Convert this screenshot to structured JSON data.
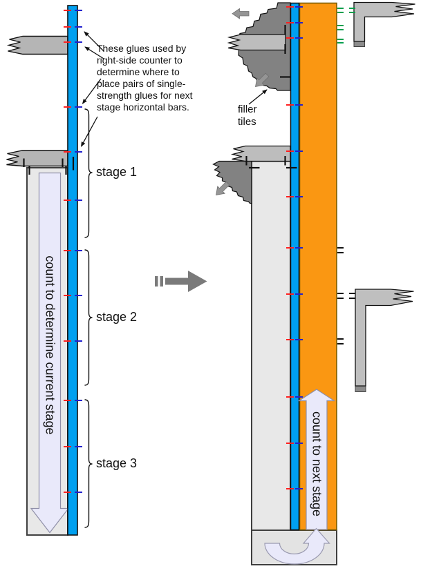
{
  "colors": {
    "bar_blue": "#00A0F0",
    "bar_orange": "#FA9712",
    "glue_red": "#FF2020",
    "glue_blue": "#2121CE",
    "glue_green": "#009F4D",
    "filler_gray": "#828282",
    "hbar_gray": "#B5B5B5",
    "column_gray": "#E8E8E8",
    "arrow_lavender": "#E9E9FA"
  },
  "left_panel": {
    "annotation": "These glues used by\nright-side counter to\ndetermine where to\nplace pairs of single-\nstrength glues for next\nstage horizontal bars.",
    "arrow_label": "count to determine current stage",
    "stages": [
      {
        "label": "stage 1"
      },
      {
        "label": "stage 2"
      },
      {
        "label": "stage 3"
      }
    ],
    "glue_tick_ys": [
      15,
      39,
      61,
      155,
      220,
      290,
      363,
      428,
      494,
      580,
      647,
      713
    ]
  },
  "right_panel": {
    "filler_label": "filler\ntiles",
    "arrow_label": "count to next stage",
    "glue_tick_ys": [
      10,
      33,
      55,
      152,
      219,
      285,
      359,
      426,
      492,
      575,
      642,
      708
    ],
    "green_glue_pair_ys": [
      12,
      18,
      37,
      43,
      57,
      62
    ],
    "green_glue_pair_ys_lpiece": [
      12,
      18
    ],
    "black_glue_pair_ys": [
      359,
      366,
      425,
      432,
      491,
      498
    ],
    "black_glue_pair_ys_lpiece": [
      425,
      432
    ]
  }
}
